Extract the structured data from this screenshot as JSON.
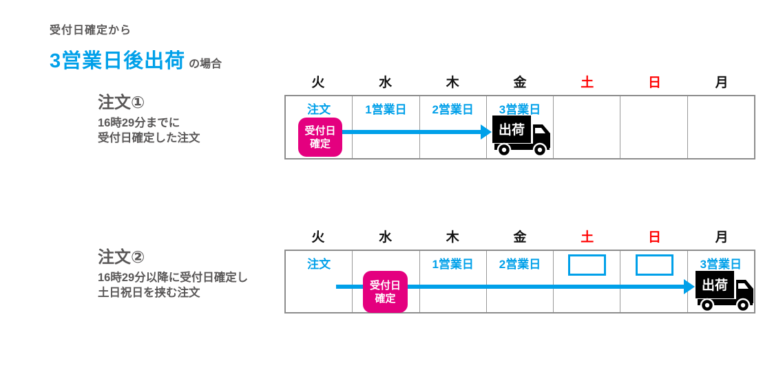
{
  "header": {
    "subtitle": "受付日確定から",
    "title": "3営業日後出荷",
    "suffix": "の場合"
  },
  "week": [
    {
      "label": "火",
      "color": "#111111"
    },
    {
      "label": "水",
      "color": "#111111"
    },
    {
      "label": "木",
      "color": "#111111"
    },
    {
      "label": "金",
      "color": "#111111"
    },
    {
      "label": "土",
      "color": "#ff0000"
    },
    {
      "label": "日",
      "color": "#ff0000"
    },
    {
      "label": "月",
      "color": "#111111"
    }
  ],
  "scenario1": {
    "title": "注文①",
    "desc1": "16時29分までに",
    "desc2": "受付日確定した注文",
    "cell_order": "注文",
    "cell_day1": "1営業日",
    "cell_day2": "2営業日",
    "cell_day3": "3営業日",
    "badge1": "受付日",
    "badge2": "確定",
    "ship": "出荷"
  },
  "scenario2": {
    "title": "注文②",
    "desc1": "16時29分以降に受付日確定し",
    "desc2": "土日祝日を挟む注文",
    "cell_order": "注文",
    "cell_day1": "1営業日",
    "cell_day2": "2営業日",
    "cell_day3": "3営業日",
    "badge1": "受付日",
    "badge2": "確定",
    "ship": "出荷"
  },
  "colors": {
    "accent_blue": "#00a0e9",
    "badge_pink": "#e4007f",
    "holiday_red": "#ff0000",
    "text_gray": "#595757",
    "truck_black": "#000000"
  }
}
